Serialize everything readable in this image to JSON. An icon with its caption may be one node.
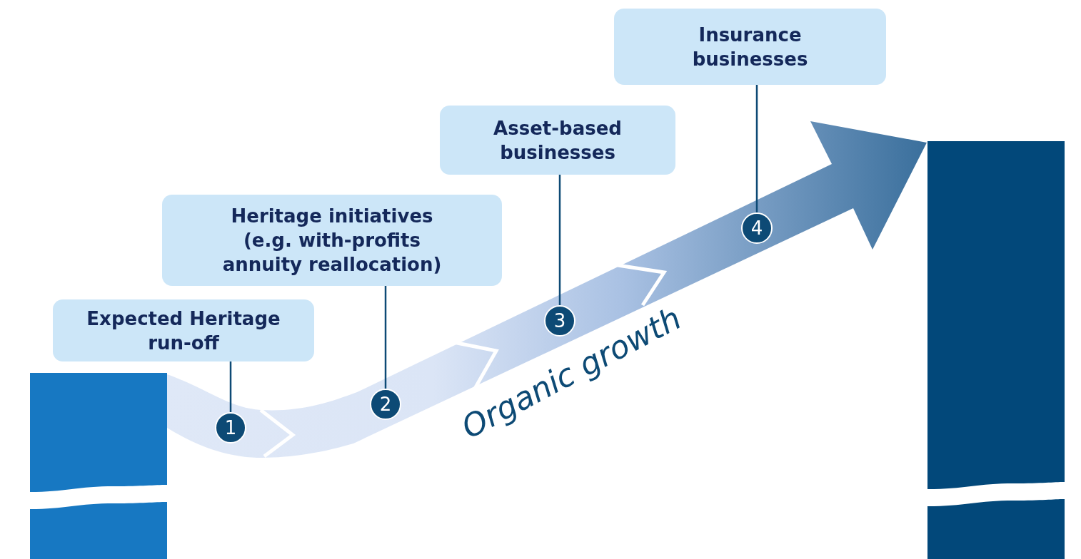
{
  "diagram": {
    "nodes": [
      {
        "text": [
          "Expected Heritage run-off"
        ]
      },
      {
        "text": [
          "1"
        ]
      },
      {
        "text": [
          "Heritage initiatives (e.g. with-profits annuity reallocation)"
        ]
      },
      {
        "text": [
          "2"
        ]
      },
      {
        "text": [
          "Asset-based businesses"
        ]
      },
      {
        "text": [
          "3"
        ]
      },
      {
        "text": [
          "Insurance businesses"
        ]
      },
      {
        "text": [
          "4"
        ]
      }
    ],
    "edges": [
      {
        "from": 0,
        "to": 1,
        "arrow": "none"
      },
      {
        "from": 2,
        "to": 3,
        "arrow": "none"
      },
      {
        "from": 4,
        "to": 5,
        "arrow": "none"
      },
      {
        "from": 6,
        "to": 7,
        "arrow": "none"
      }
    ],
    "labels": [
      "Organic growth"
    ]
  }
}
